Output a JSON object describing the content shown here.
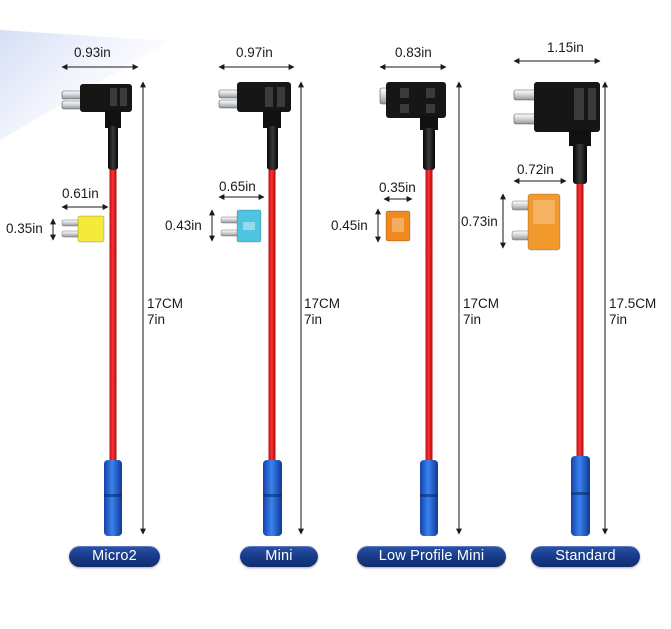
{
  "products": [
    {
      "name": "Micro2",
      "holder_width": "0.93in",
      "fuse_width": "0.61in",
      "fuse_height": "0.35in",
      "length_cm": "17CM",
      "length_in": "7in",
      "fuse_color": "#f3ea3b"
    },
    {
      "name": "Mini",
      "holder_width": "0.97in",
      "fuse_width": "0.65in",
      "fuse_height": "0.43in",
      "length_cm": "17CM",
      "length_in": "7in",
      "fuse_color": "#4fc3e0"
    },
    {
      "name": "Low Profile Mini",
      "holder_width": "0.83in",
      "fuse_width": "0.35in",
      "fuse_height": "0.45in",
      "length_cm": "17CM",
      "length_in": "7in",
      "fuse_color": "#f08a1c"
    },
    {
      "name": "Standard",
      "holder_width": "1.15in",
      "fuse_width": "0.72in",
      "fuse_height": "0.73in",
      "length_cm": "17.5CM",
      "length_in": "7in",
      "fuse_color": "#f29a2e"
    }
  ],
  "colors": {
    "wire": "#e3161b",
    "connector": "#1f63d6",
    "holder": "#141414",
    "label_bg": "#173a86"
  }
}
